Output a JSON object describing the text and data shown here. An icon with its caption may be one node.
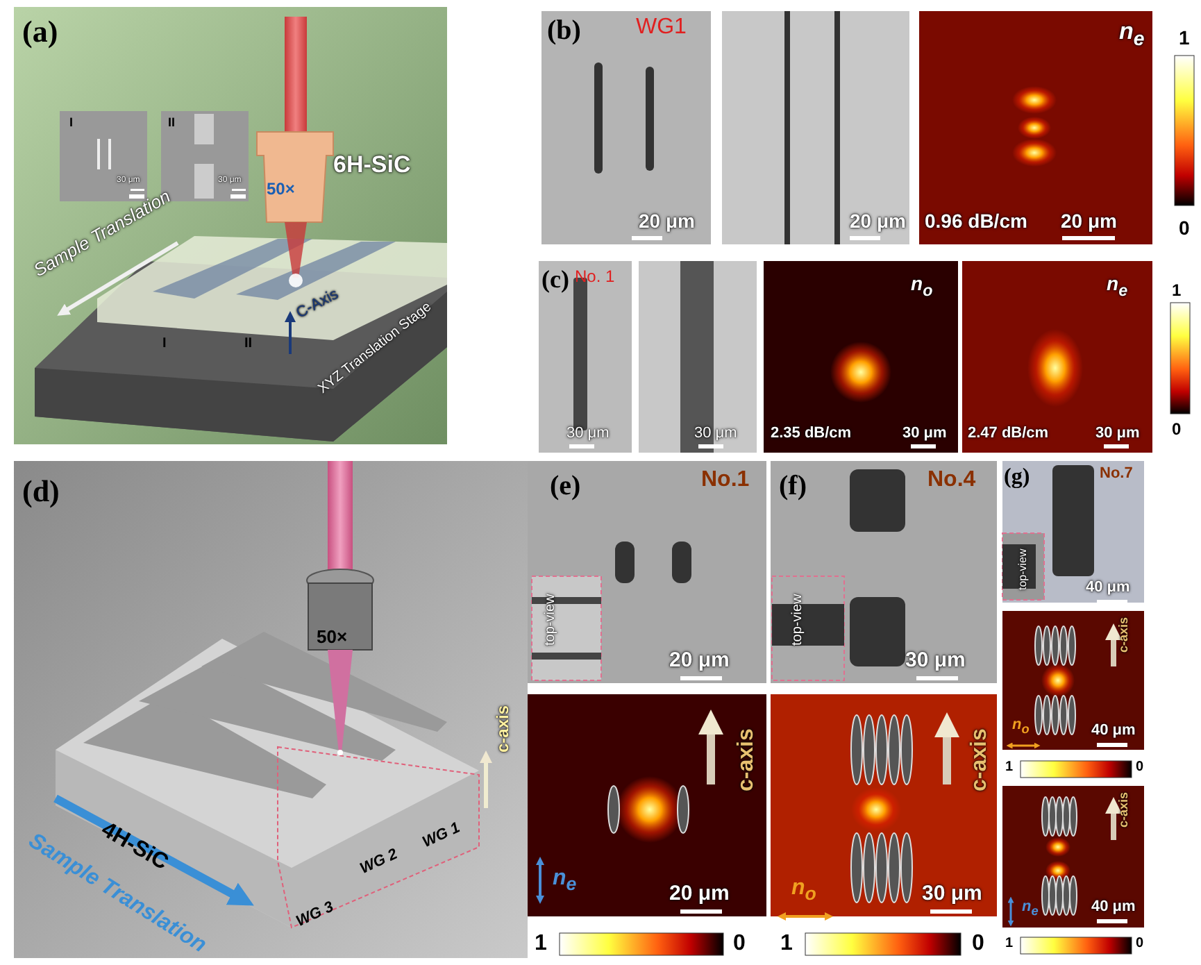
{
  "diagram": {
    "labels": [
      "(a)",
      "I",
      "30 μm",
      "II",
      "30 μm",
      "50×",
      "6H-SiC",
      "Sample Translation",
      "I",
      "II",
      "C-Axis",
      "XYZ Translation Stage",
      "(b)",
      "WG1",
      "20 μm",
      "20 μm",
      "n$_{e}$",
      "0.96 dB/cm",
      "20 μm",
      "1",
      "0",
      "(c)",
      "No. 1",
      "30 μm",
      "30 μm",
      "n$_{o}$",
      "2.35 dB/cm",
      "30 μm",
      "n$_{e}$",
      "2.47 dB/cm",
      "30 μm",
      "1",
      "0",
      "(d)",
      "50×",
      "c-axis",
      "4H-SiC",
      "WG 1",
      "WG 2",
      "WG 3",
      "Sample Translation",
      "(e)",
      "No.1",
      "top-view",
      "20 μm",
      "c-axis",
      "n$_{e}$",
      "20 μm",
      "1",
      "0",
      "(f)",
      "No.4",
      "top-view",
      "30 μm",
      "c-axis",
      "n$_{o}$",
      "30 μm",
      "1",
      "0",
      "(g)",
      "No.7",
      "top-view",
      "40 μm",
      "c-axis",
      "n$_{o}$",
      "40 μm",
      "1",
      "0",
      "c-axis",
      "n$_{e}$",
      "40 μm",
      "1",
      "0"
    ]
  }
}
